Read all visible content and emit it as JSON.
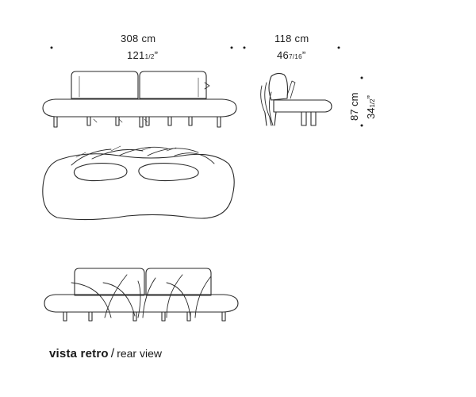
{
  "dimensions": {
    "width_cm": "308 cm",
    "width_in": "121",
    "width_in_frac": "1/2",
    "depth_cm": "118 cm",
    "depth_in": "46",
    "depth_in_frac": "7/16",
    "height_cm": "87 cm",
    "height_in": "34",
    "height_in_frac": "1/2",
    "inch_mark": "”"
  },
  "caption": {
    "label_it": "vista retro",
    "separator": "/",
    "label_en": "rear view"
  }
}
